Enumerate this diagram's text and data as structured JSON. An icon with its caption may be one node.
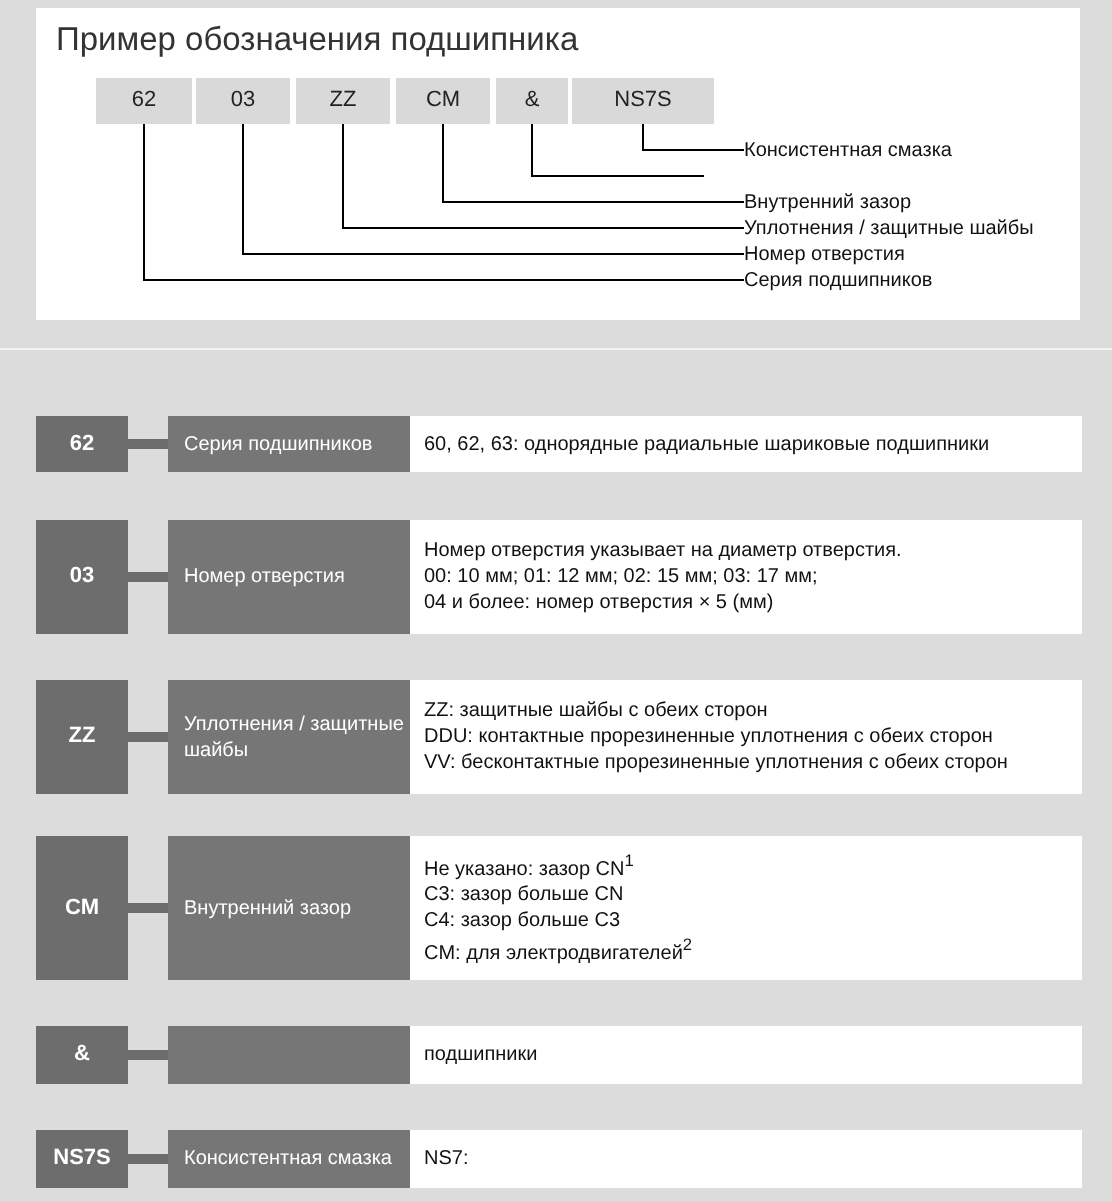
{
  "diagram": {
    "title": "Пример обозначения подшипника",
    "nodes": [
      {
        "text": [
          "62"
        ]
      },
      {
        "text": [
          "03"
        ]
      },
      {
        "text": [
          "ZZ"
        ]
      },
      {
        "text": [
          "CM"
        ]
      },
      {
        "text": [
          "&"
        ]
      },
      {
        "text": [
          "NS7S"
        ]
      },
      {
        "text": [
          "Консистентная смазка"
        ]
      },
      {
        "text": [
          "Внутренний зазор"
        ]
      },
      {
        "text": [
          "Уплотнения / защитные шайбы"
        ]
      },
      {
        "text": [
          "Номер отверстия"
        ]
      },
      {
        "text": [
          "Серия подшипников"
        ]
      },
      {
        "text": [
          "62"
        ]
      },
      {
        "text": [
          "Серия подшипников"
        ]
      },
      {
        "text": [
          "60, 62, 63: однорядные радиальные шариковые подшипники"
        ]
      },
      {
        "text": [
          "03"
        ]
      },
      {
        "text": [
          "Номер отверстия"
        ]
      },
      {
        "text": [
          "Номер отверстия указывает на диаметр отверстия.",
          "00: 10 мм; 01: 12 мм; 02: 15 мм; 03: 17 мм;",
          "04 и более: номер отверстия × 5 (мм)"
        ]
      },
      {
        "text": [
          "ZZ"
        ]
      },
      {
        "text": [
          "Уплотнения / защитные шайбы"
        ]
      },
      {
        "text": [
          "ZZ: защитные шайбы с обеих сторон",
          "DDU: контактные прорезиненные уплотнения с обеих сторон",
          "VV: бесконтактные прорезиненные уплотнения с обеих сторон"
        ]
      },
      {
        "text": [
          "CM"
        ]
      },
      {
        "text": [
          "Внутренний зазор"
        ]
      },
      {
        "text": [
          "Не указано: зазор CN$^{1}$",
          "C3: зазор больше CN",
          "C4: зазор больше C3",
          "CM: для электродвигателей$^{2}$"
        ]
      },
      {
        "text": [
          "&"
        ]
      },
      {
        "text": [],
        "shape": "box"
      },
      {
        "text": [
          "подшипники"
        ]
      },
      {
        "text": [
          "NS7S"
        ]
      },
      {
        "text": [
          "Консистентная смазка"
        ]
      },
      {
        "text": [
          "NS7:"
        ]
      }
    ],
    "edges": [
      {
        "from": 5,
        "to": 6,
        "arrow": "none"
      },
      {
        "from": 4,
        "to": null,
        "arrow": "none"
      },
      {
        "from": 3,
        "to": 7,
        "arrow": "none"
      },
      {
        "from": 2,
        "to": 8,
        "arrow": "none"
      },
      {
        "from": 1,
        "to": 9,
        "arrow": "none"
      },
      {
        "from": 0,
        "to": 10,
        "arrow": "none"
      },
      {
        "from": 11,
        "to": 12,
        "arrow": "none",
        "style": "thick",
        "color": "#6d6d6d"
      },
      {
        "from": 14,
        "to": 15,
        "arrow": "none",
        "style": "thick",
        "color": "#6d6d6d"
      },
      {
        "from": 17,
        "to": 18,
        "arrow": "none",
        "style": "thick",
        "color": "#6d6d6d"
      },
      {
        "from": 20,
        "to": 21,
        "arrow": "none",
        "style": "thick",
        "color": "#6d6d6d"
      },
      {
        "from": 23,
        "to": 24,
        "arrow": "none",
        "style": "thick",
        "color": "#6d6d6d"
      },
      {
        "from": 26,
        "to": 27,
        "arrow": "none",
        "style": "thick",
        "color": "#6d6d6d"
      }
    ]
  }
}
